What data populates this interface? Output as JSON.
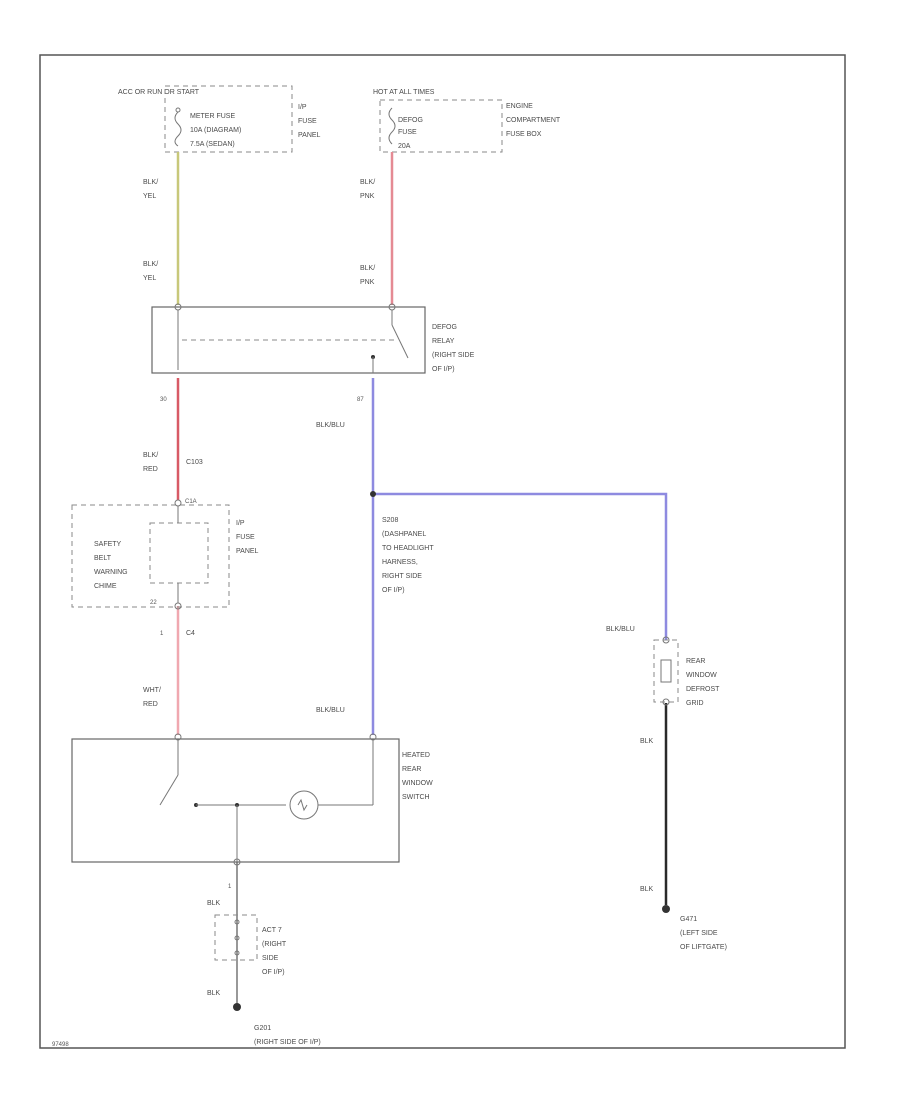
{
  "colors": {
    "blk_yel": "#c8c87a",
    "blk_pnk": "#e58a94",
    "blk_red": "#d85a66",
    "wht_red": "#f0a8b0",
    "blk_blu": "#8e8ae0",
    "blk": "#2a2a2a"
  },
  "top_left": {
    "source": "ACC OR RUN OR START",
    "fuse_line1": "METER FUSE",
    "fuse_line2": "10A  (DIAGRAM)",
    "fuse_line3": "7.5A  (SEDAN)",
    "panel_line1": "I/P",
    "panel_line2": "FUSE",
    "panel_line3": "PANEL"
  },
  "top_right": {
    "source": "HOT AT ALL TIMES",
    "fuse_line1": "DEFOG",
    "fuse_line2": "FUSE",
    "fuse_line3": "20A",
    "box_line1": "ENGINE",
    "box_line2": "COMPARTMENT",
    "box_line3": "FUSE BOX"
  },
  "wires": {
    "blk_yel_1": "BLK/\nYEL",
    "blk_yel_2": "BLK/\nYEL",
    "blk_pnk_1": "BLK/\nPNK",
    "blk_pnk_2": "BLK/\nPNK",
    "pin_left_relay_bottom": "30",
    "pin_right_relay_bottom": "87",
    "blk_red_a": "BLK/",
    "blk_red_b": "RED",
    "c_left": "C103",
    "blk_blu_top": "BLK/BLU",
    "blk_blu_right": "BLK/BLU",
    "blk_blu_bottom": "BLK/BLU",
    "pin_c1a": "C1A",
    "pin_22": "22",
    "pin_1": "1",
    "c_c4": "C4",
    "wht_red_a": "WHT/",
    "wht_red_b": "RED",
    "blk_1": "BLK",
    "blk_2": "BLK",
    "blk_3": "BLK",
    "blk_4": "BLK",
    "pin_bottom": "1"
  },
  "relay": {
    "line1": "DEFOG",
    "line2": "RELAY",
    "line3": "(RIGHT SIDE",
    "line4": "OF I/P)"
  },
  "chime": {
    "line1": "SAFETY",
    "line2": "BELT",
    "line3": "WARNING",
    "line4": "CHIME",
    "panel_line1": "I/P",
    "panel_line2": "FUSE",
    "panel_line3": "PANEL"
  },
  "splice": {
    "line1": "S208",
    "line2": "(DASHPANEL",
    "line3": "TO HEADLIGHT",
    "line4": "HARNESS,",
    "line5": "RIGHT SIDE",
    "line6": "OF I/P)"
  },
  "grid": {
    "line1": "REAR",
    "line2": "WINDOW",
    "line3": "DEFROST",
    "line4": "GRID"
  },
  "switch": {
    "line1": "HEATED",
    "line2": "REAR",
    "line3": "WINDOW",
    "line4": "SWITCH"
  },
  "act": {
    "line1": "ACT 7",
    "line2": "(RIGHT",
    "line3": "SIDE",
    "line4": "OF I/P)"
  },
  "grounds": {
    "g_right_line1": "G471",
    "g_right_line2": "(LEFT SIDE",
    "g_right_line3": "OF LIFTGATE)",
    "g_bottom_line1": "G201",
    "g_bottom_line2": "(RIGHT SIDE OF I/P)"
  },
  "footer": {
    "code": "97498"
  }
}
